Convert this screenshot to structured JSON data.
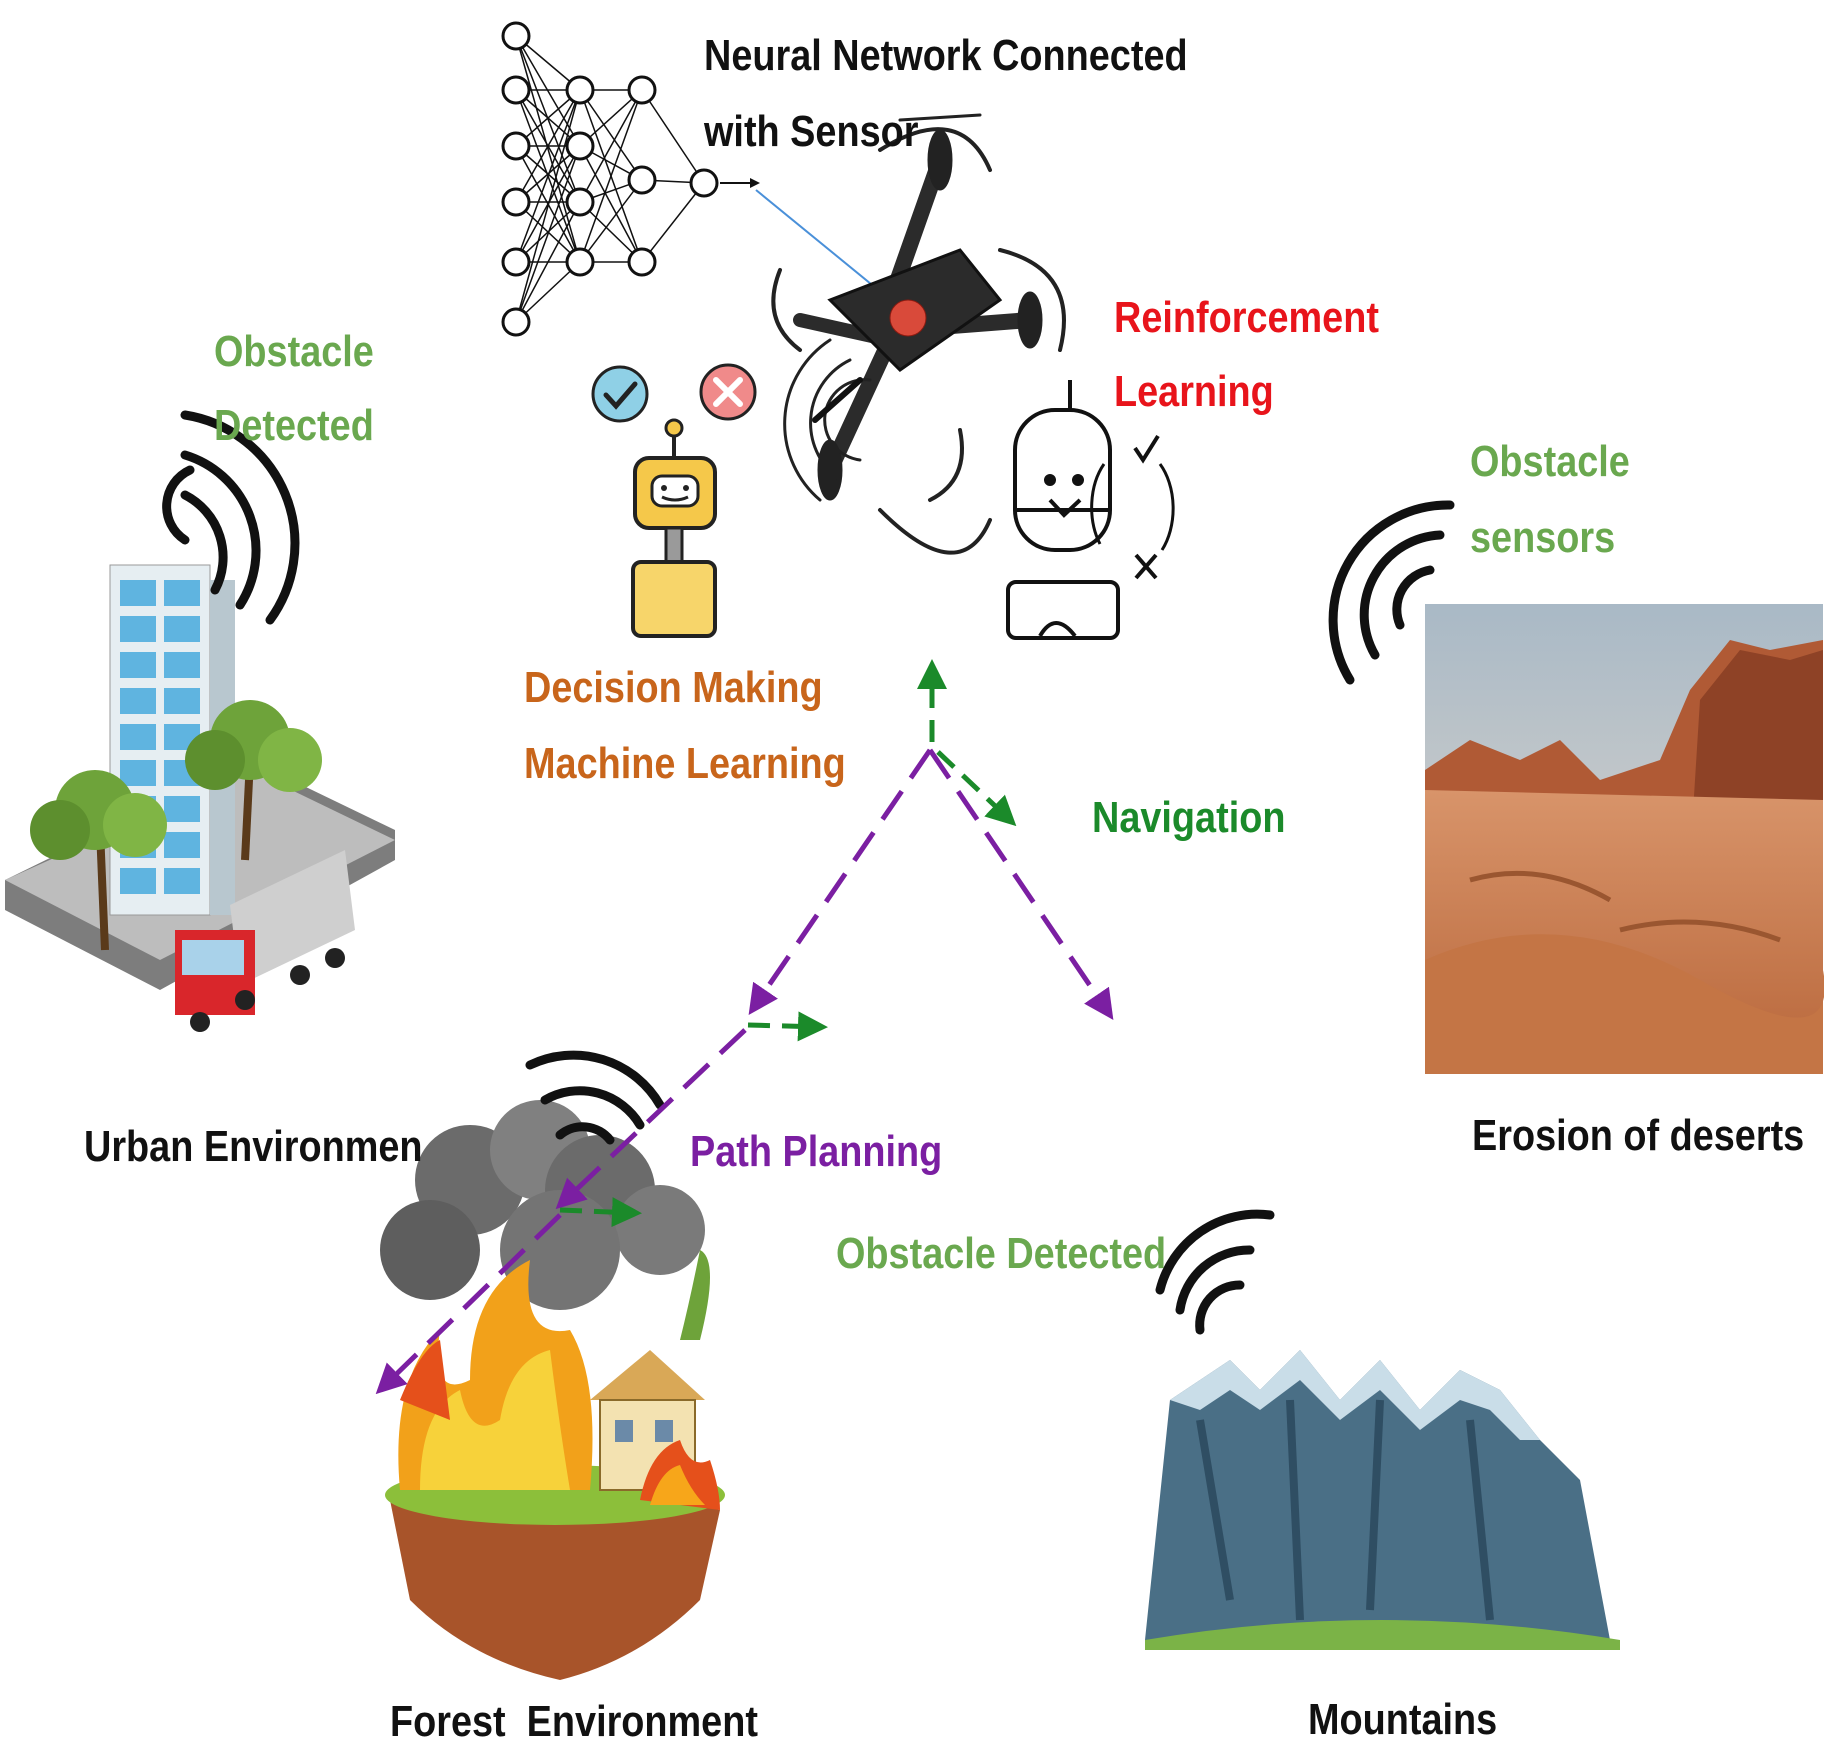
{
  "labels": {
    "nn_line1": "Neural Network Connected",
    "nn_line2": "with Sensor",
    "rl_line1": "Reinforcement",
    "rl_line2": "Learning",
    "od_top_line1": "Obstacle",
    "od_top_line2": "Detected",
    "os_line1": "Obstacle",
    "os_line2": "sensors",
    "dm_line1": "Decision Making",
    "dm_line2": "Machine Learning",
    "navigation": "Navigation",
    "path_planning": "Path Planning",
    "od_mid": "Obstacle Detected",
    "urban": "Urban Environmen",
    "desert": "Erosion of deserts",
    "forest": "Forest  Environment",
    "mountains": "Mountains"
  },
  "colors": {
    "black": "#111111",
    "green_light": "#6aa84f",
    "green_dark": "#1b8a2a",
    "red": "#e8141b",
    "orange": "#c8651b",
    "purple": "#7b1fa2",
    "arrow_blue": "#4a90d9"
  },
  "icons": [
    "neural-network-icon",
    "drone-icon",
    "robot-check-cross-icon",
    "rl-robot-icon",
    "urban-building-icon",
    "desert-landscape-icon",
    "forest-fire-icon",
    "mountains-icon",
    "signal-wave-icon"
  ]
}
